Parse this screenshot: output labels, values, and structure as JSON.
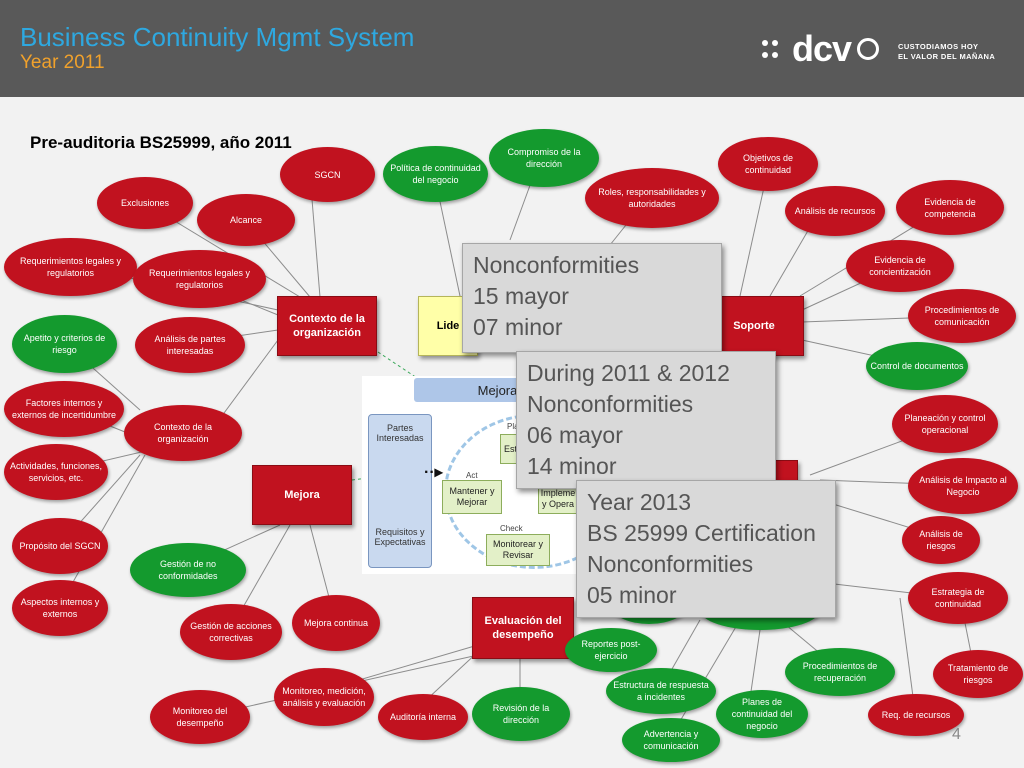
{
  "header": {
    "title": "Business Continuity Mgmt System",
    "subtitle": "Year 2011",
    "logo_text": "dcv",
    "tagline_1": "CUSTODIAMOS HOY",
    "tagline_2": "EL VALOR DEL MAÑANA"
  },
  "heading": "Pre-auditoria BS25999, año 2011",
  "boxes": {
    "contexto": "Contexto de la organización",
    "liderazgo": "Lide",
    "soporte": "Soporte",
    "mejora": "Mejora",
    "evaluacion": "Evaluación del desempeño"
  },
  "nodes": {
    "sgcn": "SGCN",
    "politica": "Política de continuidad del negocio",
    "compromiso": "Compromiso de la dirección",
    "roles": "Roles, responsabilidades y autoridades",
    "objetivos": "Objetivos de continuidad",
    "analisis_recursos": "Análisis de recursos",
    "evidencia_competencia": "Evidencia de competencia",
    "exclusiones": "Exclusiones",
    "alcance": "Alcance",
    "req_legales_1": "Requerimientos legales y regulatorios",
    "req_legales_2": "Requerimientos legales y regulatorios",
    "evidencia_concientizacion": "Evidencia de concientización",
    "procedimientos_comunicacion": "Procedimientos de comunicación",
    "apetito": "Apetito y criterios de riesgo",
    "analisis_partes": "Análisis de partes interesadas",
    "control_documentos": "Control de documentos",
    "factores": "Factores internos y externos de incertidumbre",
    "contexto_org_2": "Contexto de la organización",
    "planeacion": "Planeación y control operacional",
    "actividades": "Actividades, funciones, servicios, etc.",
    "analisis_impacto": "Análisis de Impacto al Negocio",
    "analisis_riesgos": "Análisis de riesgos",
    "proposito": "Propósito del SGCN",
    "gestion_no_conf": "Gestión de no conformidades",
    "estrategia": "Estrategia de continuidad",
    "aspectos": "Aspectos internos y externos",
    "gestion_acciones": "Gestión de acciones correctivas",
    "mejora_continua": "Mejora continua",
    "reportes": "Reportes post-ejercicio",
    "procedimientos_recuperacion": "Procedimientos de recuperación",
    "tratamiento": "Tratamiento de riesgos",
    "monitoreo_medicion": "Monitoreo, medición, análisis y evaluación",
    "estructura": "Estructura de respuesta a incidentes",
    "monitoreo_desempeno": "Monitoreo del desempeño",
    "auditoria": "Auditoría interna",
    "revision": "Revisión de la dirección",
    "planes": "Planes de continuidad del negocio",
    "req_recursos": "Req. de recursos",
    "advertencia": "Advertencia y comunicación"
  },
  "pdca": {
    "band": "Mejora C",
    "side_top": "Partes Interesadas",
    "side_bottom": "Requisitos y Expectativas",
    "plan_label": "Plan",
    "plan_box": "Esta",
    "act_label": "Act",
    "act_box": "Mantener y Mejorar",
    "do_box": "Impleme y Opera",
    "check_label": "Check",
    "check_box": "Monitorear y Revisar"
  },
  "callouts": {
    "c1": [
      "Nonconformities",
      "15 mayor",
      "07 minor"
    ],
    "c2": [
      "During 2011 & 2012",
      "Nonconformities",
      "06 mayor",
      "14 minor"
    ],
    "c3": [
      "Year 2013",
      "BS 25999 Certification",
      "Nonconformities",
      "05 minor"
    ]
  },
  "page_number": "4",
  "colors": {
    "red": "#c1121f",
    "green": "#149a2e",
    "header_bg": "#595959",
    "title": "#2ea8e0",
    "subtitle": "#f0a12c"
  }
}
